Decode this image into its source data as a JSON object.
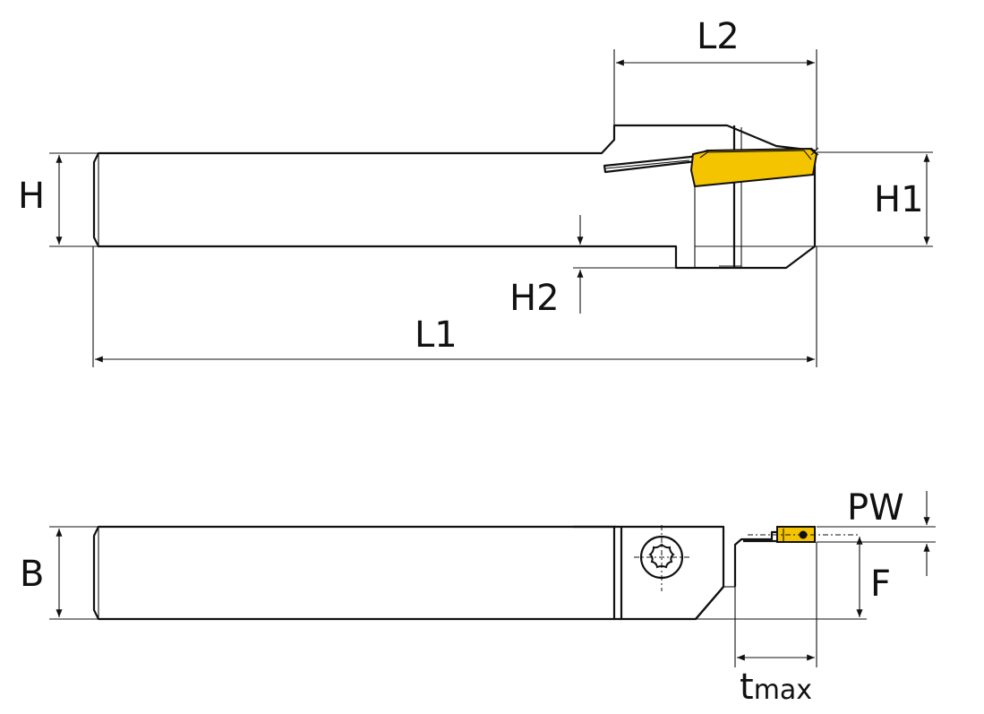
{
  "labels": {
    "L1": "L1",
    "L2": "L2",
    "H": "H",
    "H1": "H1",
    "H2": "H2",
    "B": "B",
    "PW": "PW",
    "F": "F",
    "t_main": "t",
    "t_sub": "max"
  },
  "colors": {
    "insert": "#f5c400",
    "line": "#111111"
  }
}
